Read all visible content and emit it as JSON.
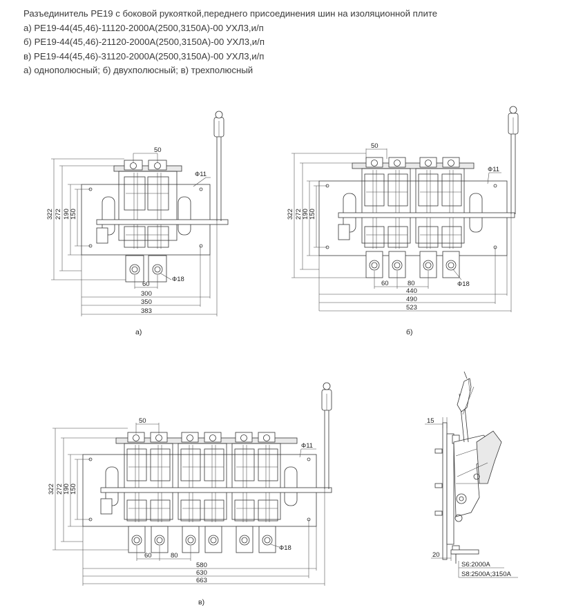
{
  "header": {
    "title": "Разъединитель РЕ19 с боковой рукояткой,переднего присоединения шин на изоляционной плите",
    "line_a": "а) РЕ19-44(45,46)-11120-2000А(2500,3150А)-00 УХЛ3,и/п",
    "line_b": "б) РЕ19-44(45,46)-21120-2000А(2500,3150А)-00 УХЛ3,и/п",
    "line_c": "в) РЕ19-44(45,46)-31120-2000А(2500,3150А)-00 УХЛ3,и/п",
    "legend": "а) однополюсный;   б) двухполюсный;   в) трехполюсный"
  },
  "drawing_a": {
    "caption": "а)",
    "dim_top": "50",
    "dim_v": [
      "322",
      "272",
      "190",
      "150"
    ],
    "dim_bottom": [
      "60",
      "300",
      "350",
      "383"
    ],
    "hole": "Ф11",
    "bolt": "Ф18"
  },
  "drawing_b": {
    "caption": "б)",
    "dim_top": "50",
    "dim_v": [
      "322",
      "272",
      "190",
      "150"
    ],
    "dim_bottom": [
      "60",
      "80",
      "440",
      "490",
      "523"
    ],
    "hole": "Ф11",
    "bolt": "Ф18"
  },
  "drawing_c": {
    "caption": "в)",
    "dim_top": "50",
    "dim_v": [
      "322",
      "272",
      "190",
      "150"
    ],
    "dim_bottom": [
      "60",
      "80",
      "580",
      "630",
      "663"
    ],
    "hole": "Ф11",
    "bolt": "Ф18"
  },
  "drawing_side": {
    "dim_top": "15",
    "dim_bottom": "20",
    "note_1": "S6:2000A",
    "note_2": "S8:2500A;3150A"
  }
}
